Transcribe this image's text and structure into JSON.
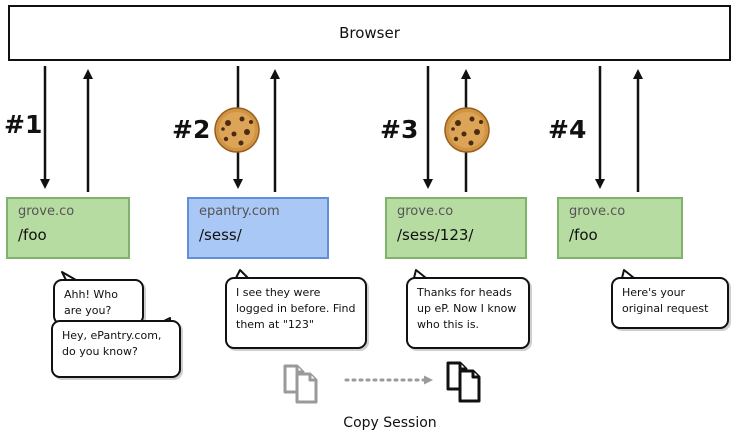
{
  "browser": {
    "label": "Browser"
  },
  "steps": [
    {
      "label": "#1",
      "host": "grove.co",
      "path": "/foo",
      "cookie": false
    },
    {
      "label": "#2",
      "host": "epantry.com",
      "path": "/sess/",
      "cookie": true
    },
    {
      "label": "#3",
      "host": "grove.co",
      "path": "/sess/123/",
      "cookie": true
    },
    {
      "label": "#4",
      "host": "grove.co",
      "path": "/foo",
      "cookie": false
    }
  ],
  "bubbles": [
    {
      "text": "Ahh! Who are you?"
    },
    {
      "text": "Hey, ePantry.com, do you know?"
    },
    {
      "text": "I see they were logged in before. Find them at \"123\""
    },
    {
      "text": "Thanks for heads up eP. Now I know who this is."
    },
    {
      "text": "Here's your original request"
    }
  ],
  "copy_session": {
    "label": "Copy Session"
  },
  "colors": {
    "green_fill": "#b7dca2",
    "green_border": "#7fb26a",
    "blue_fill": "#a9c8f5",
    "blue_border": "#5f8fd8",
    "cookie": "#c98a3a"
  }
}
